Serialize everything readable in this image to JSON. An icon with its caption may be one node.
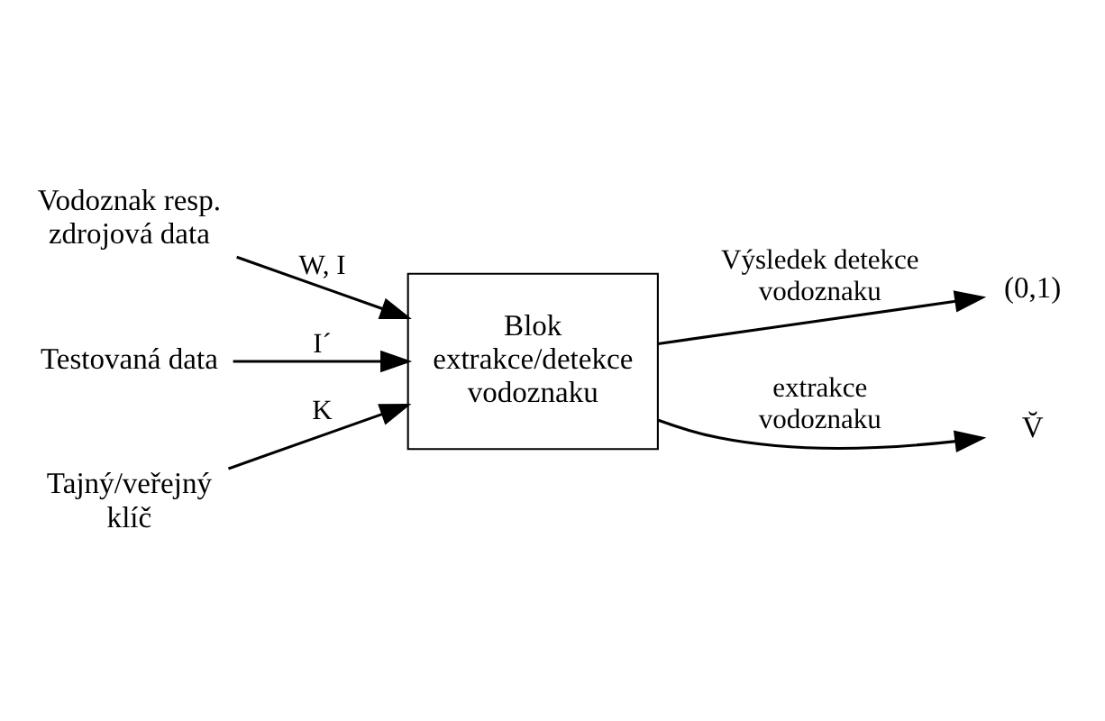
{
  "diagram": {
    "nodes": [
      {
        "text": [
          "Vodoznak resp. zdrojová data"
        ]
      },
      {
        "text": [
          "Testovaná data"
        ]
      },
      {
        "text": [
          "Blok extrakce/detekce vodoznaku"
        ]
      },
      {
        "text": [
          "Tajný/veřejný klíč"
        ]
      },
      {
        "text": [
          "(0,1)"
        ]
      },
      {
        "text": [
          "V̆"
        ]
      }
    ],
    "edges": [
      {
        "from": 0,
        "to": 2,
        "arrow": "to",
        "label": "W, I"
      },
      {
        "from": 1,
        "to": 2,
        "arrow": "to",
        "label": "I´"
      },
      {
        "from": 3,
        "to": 2,
        "arrow": "to",
        "label": "K"
      },
      {
        "from": 2,
        "to": 4,
        "arrow": "to",
        "label": "Výsledek detekce vodoznaku"
      },
      {
        "from": 2,
        "to": 5,
        "arrow": "to",
        "label": "extrakce vodoznaku"
      }
    ]
  }
}
